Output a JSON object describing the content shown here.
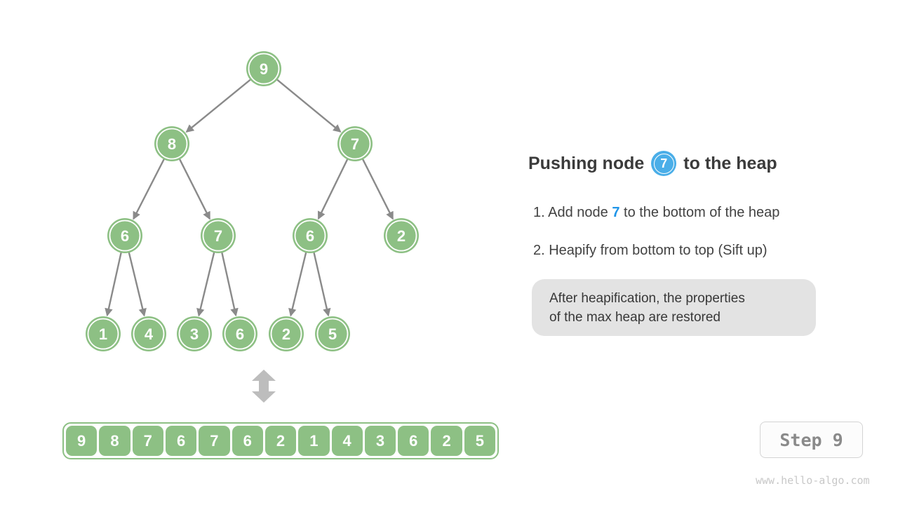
{
  "tree": {
    "values": [
      "9",
      "8",
      "7",
      "6",
      "7",
      "6",
      "2",
      "1",
      "4",
      "3",
      "6",
      "2",
      "5"
    ]
  },
  "array": {
    "values": [
      "9",
      "8",
      "7",
      "6",
      "7",
      "6",
      "2",
      "1",
      "4",
      "3",
      "6",
      "2",
      "5"
    ]
  },
  "panel": {
    "title_prefix": "Pushing node",
    "title_node": "7",
    "title_suffix": "to the heap",
    "step1_pre": "1. Add node ",
    "step1_highlight": "7",
    "step1_post": " to the bottom of the heap",
    "step2": "2. Heapify from bottom to top (Sift up)",
    "note_line1": "After heapification, the properties",
    "note_line2": "of the max heap are restored"
  },
  "footer": {
    "step_label": "Step 9",
    "watermark": "www.hello-algo.com"
  },
  "colors": {
    "node_green": "#8DC084",
    "badge_blue": "#4AAEE8",
    "text_blue": "#2095E8",
    "edge_gray": "#8A8A8A",
    "double_arrow_gray": "#BDBDBD",
    "note_bg": "#E3E3E3",
    "step_text": "#8A8A8A"
  }
}
